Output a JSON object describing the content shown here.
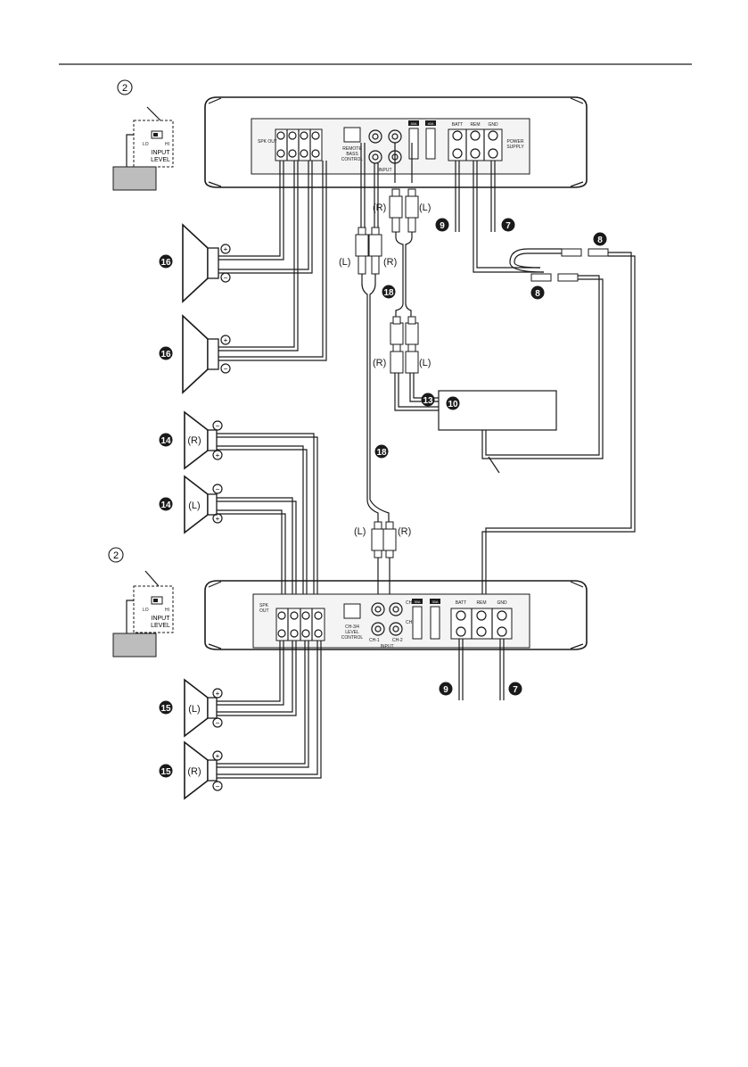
{
  "markers": {
    "input_level": "2",
    "speaker_front": "16",
    "speaker_tweeter": "14",
    "speaker_rear": "15",
    "rca_cable": "18",
    "main_unit_output": "13",
    "main_unit": "10",
    "batt_cable": "9",
    "ground_cable": "7",
    "fuse": "8"
  },
  "switch": {
    "lo": "LO",
    "hi": "HI",
    "caption_line1": "INPUT",
    "caption_line2": "LEVEL"
  },
  "channels": {
    "left": "(L)",
    "right": "(R)"
  },
  "polarity": {
    "plus": "+",
    "minus": "−"
  },
  "amp_top": {
    "spk_out": "SPK OUT",
    "remote_line1": "REMOTE",
    "remote_line2": "BASS",
    "remote_line3": "CONTROL",
    "input": "INPUT",
    "fuse_rating": "40A",
    "batt": "BATT",
    "rem": "REM",
    "gnd": "GND",
    "power_line1": "POWER",
    "power_line2": "SUPPLY"
  },
  "amp_bottom": {
    "spk_out_line1": "SPK",
    "spk_out_line2": "OUT",
    "ch_level_line1": "CH-3/4",
    "ch_level_line2": "LEVEL",
    "ch_level_line3": "CONTROL",
    "ch_a": "CH-3",
    "ch_b": "CH-4",
    "ch_c": "CH-1",
    "ch_d": "CH-2",
    "input": "INPUT",
    "fuse_a": "30A",
    "fuse_b": "30A",
    "batt": "BATT",
    "rem": "REM",
    "gnd": "GND"
  },
  "colors": {
    "line": "#1a1a1a",
    "amp_body": "#ffffff",
    "panel": "#f0f0f0",
    "grey_box": "#bdbdbd",
    "marker_fill": "#1a1a1a"
  }
}
